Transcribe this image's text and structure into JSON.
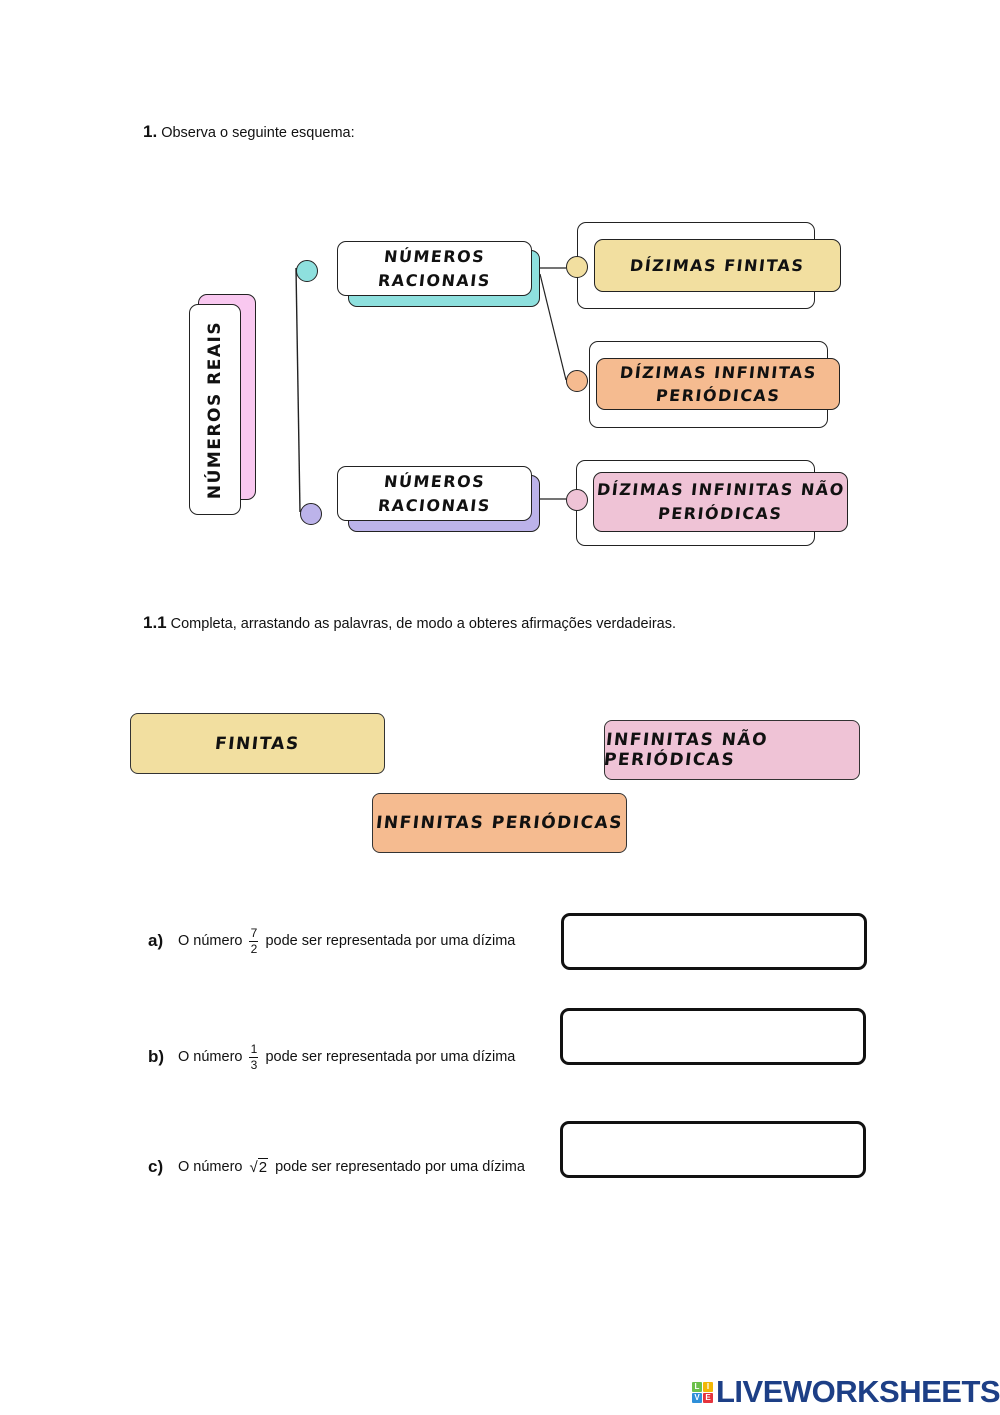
{
  "question1": {
    "number": "1.",
    "text": "Observa o seguinte esquema:"
  },
  "diagram": {
    "root": {
      "label": "Números Reais",
      "color": "#f9c8f0"
    },
    "branches": [
      {
        "label_line1": "Números",
        "label_line2": "Racionais",
        "color": "#8ee0de"
      },
      {
        "label_line1": "Números",
        "label_line2": "Racionais",
        "color": "#bcb3ea"
      }
    ],
    "leaves": [
      {
        "label_line1": "Dízimas finitas",
        "label_line2": "",
        "color": "#f2dfa0"
      },
      {
        "label_line1": "Dízimas infinitas",
        "label_line2": "periódicas",
        "color": "#f5bb90"
      },
      {
        "label_line1": "Dízimas infinitas não",
        "label_line2": "periódicas",
        "color": "#efc3d6"
      }
    ]
  },
  "question1_1": {
    "number": "1.1",
    "text": "Completa, arrastando as palavras, de modo a obteres afirmações verdadeiras."
  },
  "draggable_words": [
    {
      "label": "Finitas",
      "color": "#f2dfa0"
    },
    {
      "label": "Infinitas não periódicas",
      "color": "#efc3d6"
    },
    {
      "label": "Infinitas periódicas",
      "color": "#f5bb90"
    }
  ],
  "items": [
    {
      "letter": "a)",
      "prefix": "O número",
      "numerator": "7",
      "denominator": "2",
      "suffix": "pode ser representada por uma dízima",
      "answer": ""
    },
    {
      "letter": "b)",
      "prefix": "O número",
      "numerator": "1",
      "denominator": "3",
      "suffix": "pode ser representada por uma dízima",
      "answer": ""
    },
    {
      "letter": "c)",
      "prefix": "O número",
      "radicand": "2",
      "suffix": "pode ser representado por uma dízima",
      "answer": ""
    }
  ],
  "footer": {
    "logo_text": "LIVEWORKSHEETS",
    "logo_tiles": [
      {
        "char": "L",
        "color": "#6cc04a"
      },
      {
        "char": "I",
        "color": "#f2b705"
      },
      {
        "char": "V",
        "color": "#2f8fd8"
      },
      {
        "char": "E",
        "color": "#e5343d"
      }
    ]
  }
}
